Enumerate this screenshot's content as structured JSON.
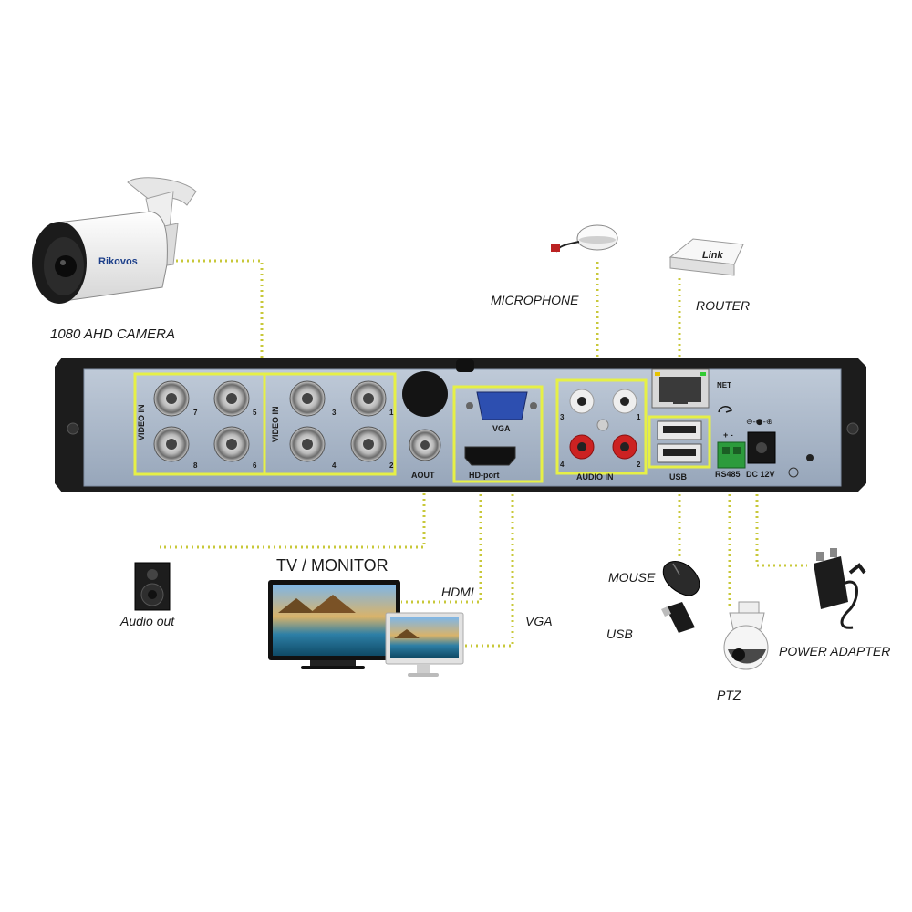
{
  "labels": {
    "camera": "1080 AHD CAMERA",
    "microphone": "MICROPHONE",
    "router": "ROUTER",
    "tv_monitor": "TV / MONITOR",
    "hdmi": "HDMI",
    "vga": "VGA",
    "audio_out": "Audio out",
    "mouse": "MOUSE",
    "usb": "USB",
    "ptz": "PTZ",
    "power_adapter": "POWER ADAPTER"
  },
  "panel": {
    "video_in_left": "VIDEO IN",
    "video_in_right": "VIDEO IN",
    "port_numbers": [
      "7",
      "5",
      "8",
      "6",
      "3",
      "1",
      "4",
      "2"
    ],
    "aout": "AOUT",
    "vga": "VGA",
    "hd_port": "HD-port",
    "audio_in": "AUDIO IN",
    "audio_numbers": [
      "3",
      "1",
      "4",
      "2"
    ],
    "net": "NET",
    "usb": "USB",
    "rs485": "RS485",
    "dc12v": "DC 12V",
    "rs485_polarity": "+ -"
  },
  "camera_brand": "Rikovos",
  "router_brand": "Link",
  "colors": {
    "highlight": "#e6f046",
    "dotted_line": "#c8c83a",
    "panel_face": "#a9b7c9",
    "chassis": "#1c1c1c"
  }
}
